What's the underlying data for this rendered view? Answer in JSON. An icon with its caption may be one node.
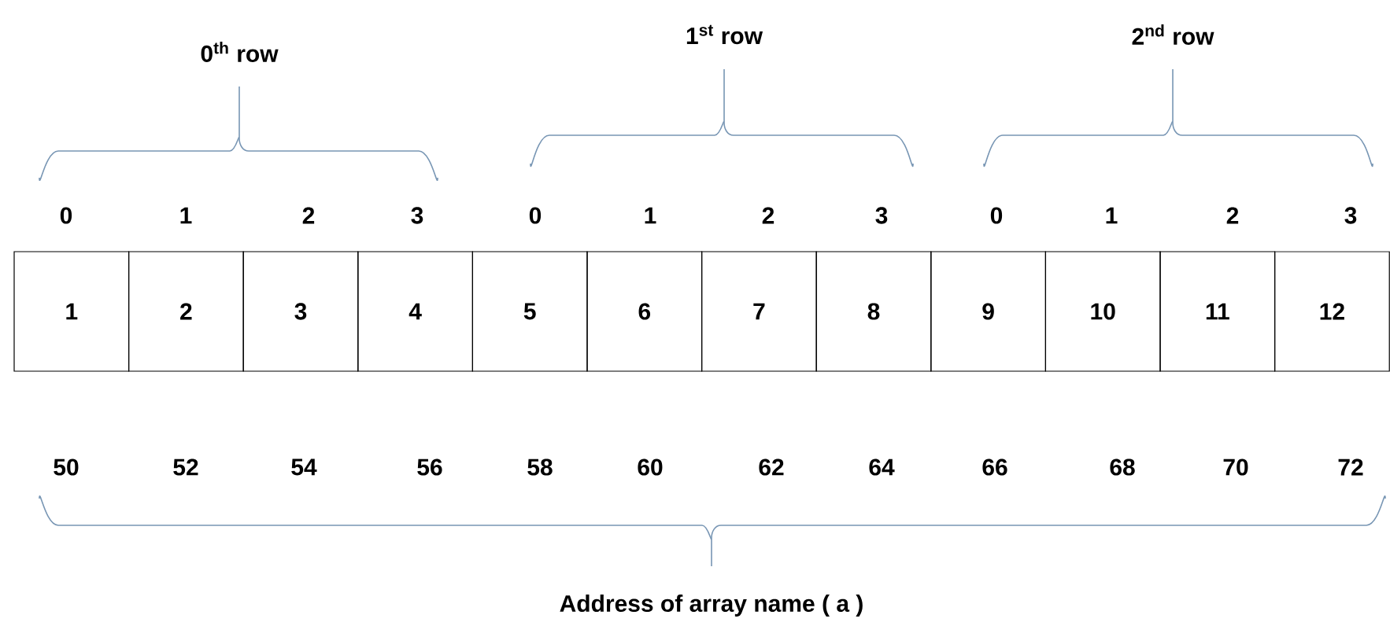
{
  "diagram": {
    "nodes": [
      {
        "text": [
          "1"
        ]
      },
      {
        "text": [
          "2"
        ]
      },
      {
        "text": [
          "3"
        ]
      },
      {
        "text": [
          "4"
        ]
      },
      {
        "text": [
          "5"
        ]
      },
      {
        "text": [
          "6"
        ]
      },
      {
        "text": [
          "7"
        ]
      },
      {
        "text": [
          "8"
        ]
      },
      {
        "text": [
          "9"
        ]
      },
      {
        "text": [
          "10"
        ]
      },
      {
        "text": [
          "11"
        ]
      },
      {
        "text": [
          "12"
        ]
      }
    ],
    "labels": [
      "0$^{th}$ row",
      "1$^{st}$ row",
      "2$^{nd}$ row",
      "0",
      "1",
      "2",
      "3",
      "0",
      "1",
      "2",
      "3",
      "0",
      "1",
      "2",
      "3",
      "50",
      "52",
      "54",
      "56",
      "58",
      "60",
      "62",
      "64",
      "66",
      "68",
      "70",
      "72",
      "Address of  array name ( a )"
    ]
  }
}
